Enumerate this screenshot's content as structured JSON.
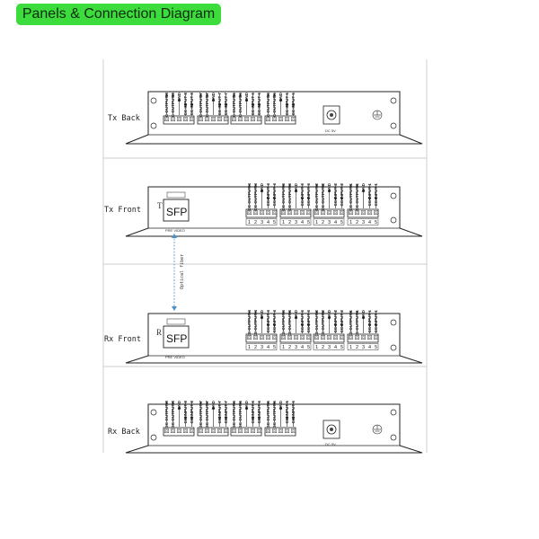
{
  "header": {
    "title": "Panels & Connection Diagram"
  },
  "colors": {
    "badge": "#3ddc3d",
    "frame": "#222222",
    "fiber": "#4a90c8"
  },
  "panels": {
    "tx_back": {
      "label": "Tx Back",
      "groups": [
        [
          "CC OUTPUT 8",
          "CC OUTPUT 8",
          "GND",
          "CC INPUT 8",
          "CC INPUT 8"
        ],
        [
          "CC OUTPUT 7",
          "CC OUTPUT 7",
          "GND",
          "CC INPUT 7",
          "CC INPUT 7"
        ],
        [
          "CC OUTPUT 6",
          "CC OUTPUT 6",
          "GND",
          "CC INPUT 6",
          "CC INPUT 6"
        ],
        [
          "CC OUTPUT 5",
          "CC OUTPUT 5",
          "GND",
          "CC INPUT 5",
          "CC INPUT 5"
        ]
      ],
      "dc_label": "DC 5V"
    },
    "tx_front": {
      "label": "Tx Front",
      "letter": "T",
      "sfp_label": "SFP",
      "sfp_sub": "PRE VIDEO",
      "groups": [
        [
          "CC OUTPUT 4",
          "CC OUTPUT 4",
          "GND",
          "CC INPUT 4",
          "CC INPUT 4"
        ],
        [
          "CC OUTPUT 3",
          "CC OUTPUT 3",
          "GND",
          "CC INPUT 3",
          "CC INPUT 3"
        ],
        [
          "CC OUTPUT 2",
          "CC OUTPUT 2",
          "GND",
          "CC INPUT 2",
          "CC INPUT 2"
        ],
        [
          "CC OUTPUT 1",
          "CC OUTPUT 1",
          "GND",
          "CC INPUT 1",
          "CC INPUT 1"
        ]
      ],
      "pins": [
        "1",
        "2",
        "3",
        "4",
        "5"
      ]
    },
    "fiber_label": "Optical fiber",
    "rx_front": {
      "label": "Rx Front",
      "letter": "R",
      "sfp_label": "SFP",
      "sfp_sub": "PRE VIDEO",
      "groups": [
        [
          "CC OUTPUT 4",
          "CC OUTPUT 4",
          "GND",
          "CC INPUT 4",
          "CC INPUT 4"
        ],
        [
          "CC OUTPUT 3",
          "CC OUTPUT 3",
          "GND",
          "CC INPUT 3",
          "CC INPUT 3"
        ],
        [
          "CC OUTPUT 2",
          "CC OUTPUT 2",
          "GND",
          "CC INPUT 2",
          "CC INPUT 2"
        ],
        [
          "CC OUTPUT 1",
          "CC OUTPUT 1",
          "GND",
          "CC INPUT 1",
          "CC INPUT 1"
        ]
      ],
      "pins": [
        "1",
        "2",
        "3",
        "4",
        "5"
      ]
    },
    "rx_back": {
      "label": "Rx Back",
      "groups": [
        [
          "CC OUTPUT 8",
          "CC OUTPUT 8",
          "GND",
          "CC INPUT 8",
          "CC INPUT 8"
        ],
        [
          "CC OUTPUT 7",
          "CC OUTPUT 7",
          "GND",
          "CC INPUT 7",
          "CC INPUT 7"
        ],
        [
          "CC OUTPUT 6",
          "CC OUTPUT 6",
          "GND",
          "CC INPUT 6",
          "CC INPUT 6"
        ],
        [
          "CC OUTPUT 5",
          "CC OUTPUT 5",
          "GND",
          "CC INPUT 5",
          "CC INPUT 5"
        ]
      ],
      "dc_label": "DC 5V"
    }
  }
}
